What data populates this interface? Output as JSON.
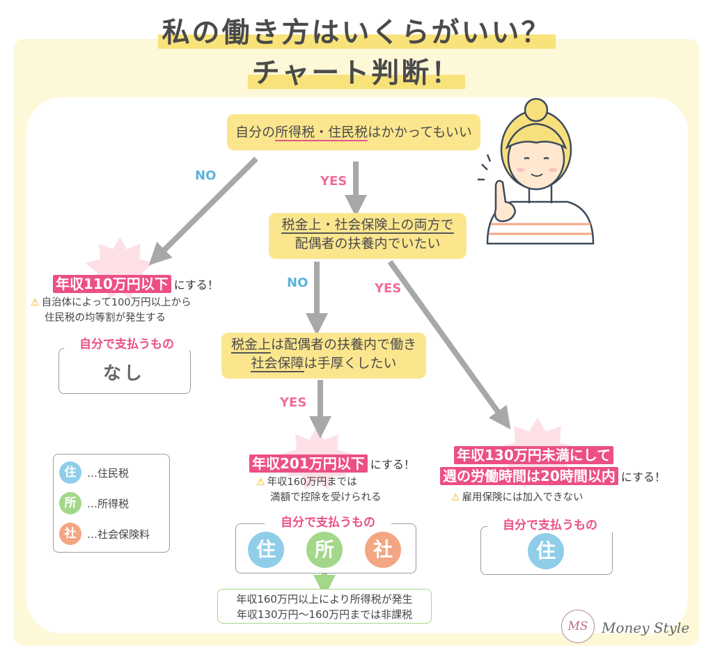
{
  "title": {
    "line1": "私の働き方はいくらがいい？",
    "line2": "チャート判断！"
  },
  "questions": {
    "q1": {
      "pre": "自分の",
      "underlined": "所得税・住民税",
      "post": "はかかってもいい"
    },
    "q2": {
      "line1_pre": "",
      "line1_underlined": "税金上・社会保険上の両方で",
      "line2": "配偶者の扶養内でいたい"
    },
    "q3": {
      "line1_underlined": "税金上",
      "line1_post": "は配偶者の扶養内で働き",
      "line2_underlined": "社会保障",
      "line2_post": "は手厚くしたい"
    }
  },
  "branch_labels": {
    "q1_no": "NO",
    "q1_yes": "YES",
    "q2_no": "NO",
    "q2_yes": "YES",
    "q3_yes": "YES"
  },
  "results": {
    "r110": {
      "highlight": "年収110万円以下",
      "suffix": "にする！",
      "note_line1": "自治体によって100万円以上から",
      "note_line2": "住民税の均等割が発生する",
      "pay_title": "自分で支払うもの",
      "pay_value": "なし"
    },
    "r201": {
      "highlight": "年収201万円以下",
      "suffix": "にする！",
      "note_line1": "年収160万円までは",
      "note_line2": "満額で控除を受けられる",
      "pay_title": "自分で支払うもの",
      "badges": [
        "住",
        "所",
        "社"
      ],
      "followup_line1": "年収160万円以上により所得税が発生",
      "followup_line2": "年収130万円〜160万円までは非課税"
    },
    "r130": {
      "highlight_line1": "年収130万円未満にして",
      "highlight_line2": "週の労働時間は20時間以内",
      "suffix": "にする！",
      "note": "雇用保険には加入できない",
      "pay_title": "自分で支払うもの",
      "badges": [
        "住"
      ]
    }
  },
  "legend": [
    {
      "symbol": "住",
      "label": "…住民税",
      "color": "#8fcde8"
    },
    {
      "symbol": "所",
      "label": "…所得税",
      "color": "#a3d78a"
    },
    {
      "symbol": "社",
      "label": "…社会保険料",
      "color": "#f3a683"
    }
  ],
  "brand": {
    "logo_mark": "MS",
    "name": "Money Style"
  },
  "colors": {
    "accent_pink": "#ec4f86",
    "question_yellow": "#fbe68e",
    "arrow_gray": "#a8a8a8",
    "no_blue": "#5eb3d9",
    "yes_pink": "#ef6d97"
  }
}
